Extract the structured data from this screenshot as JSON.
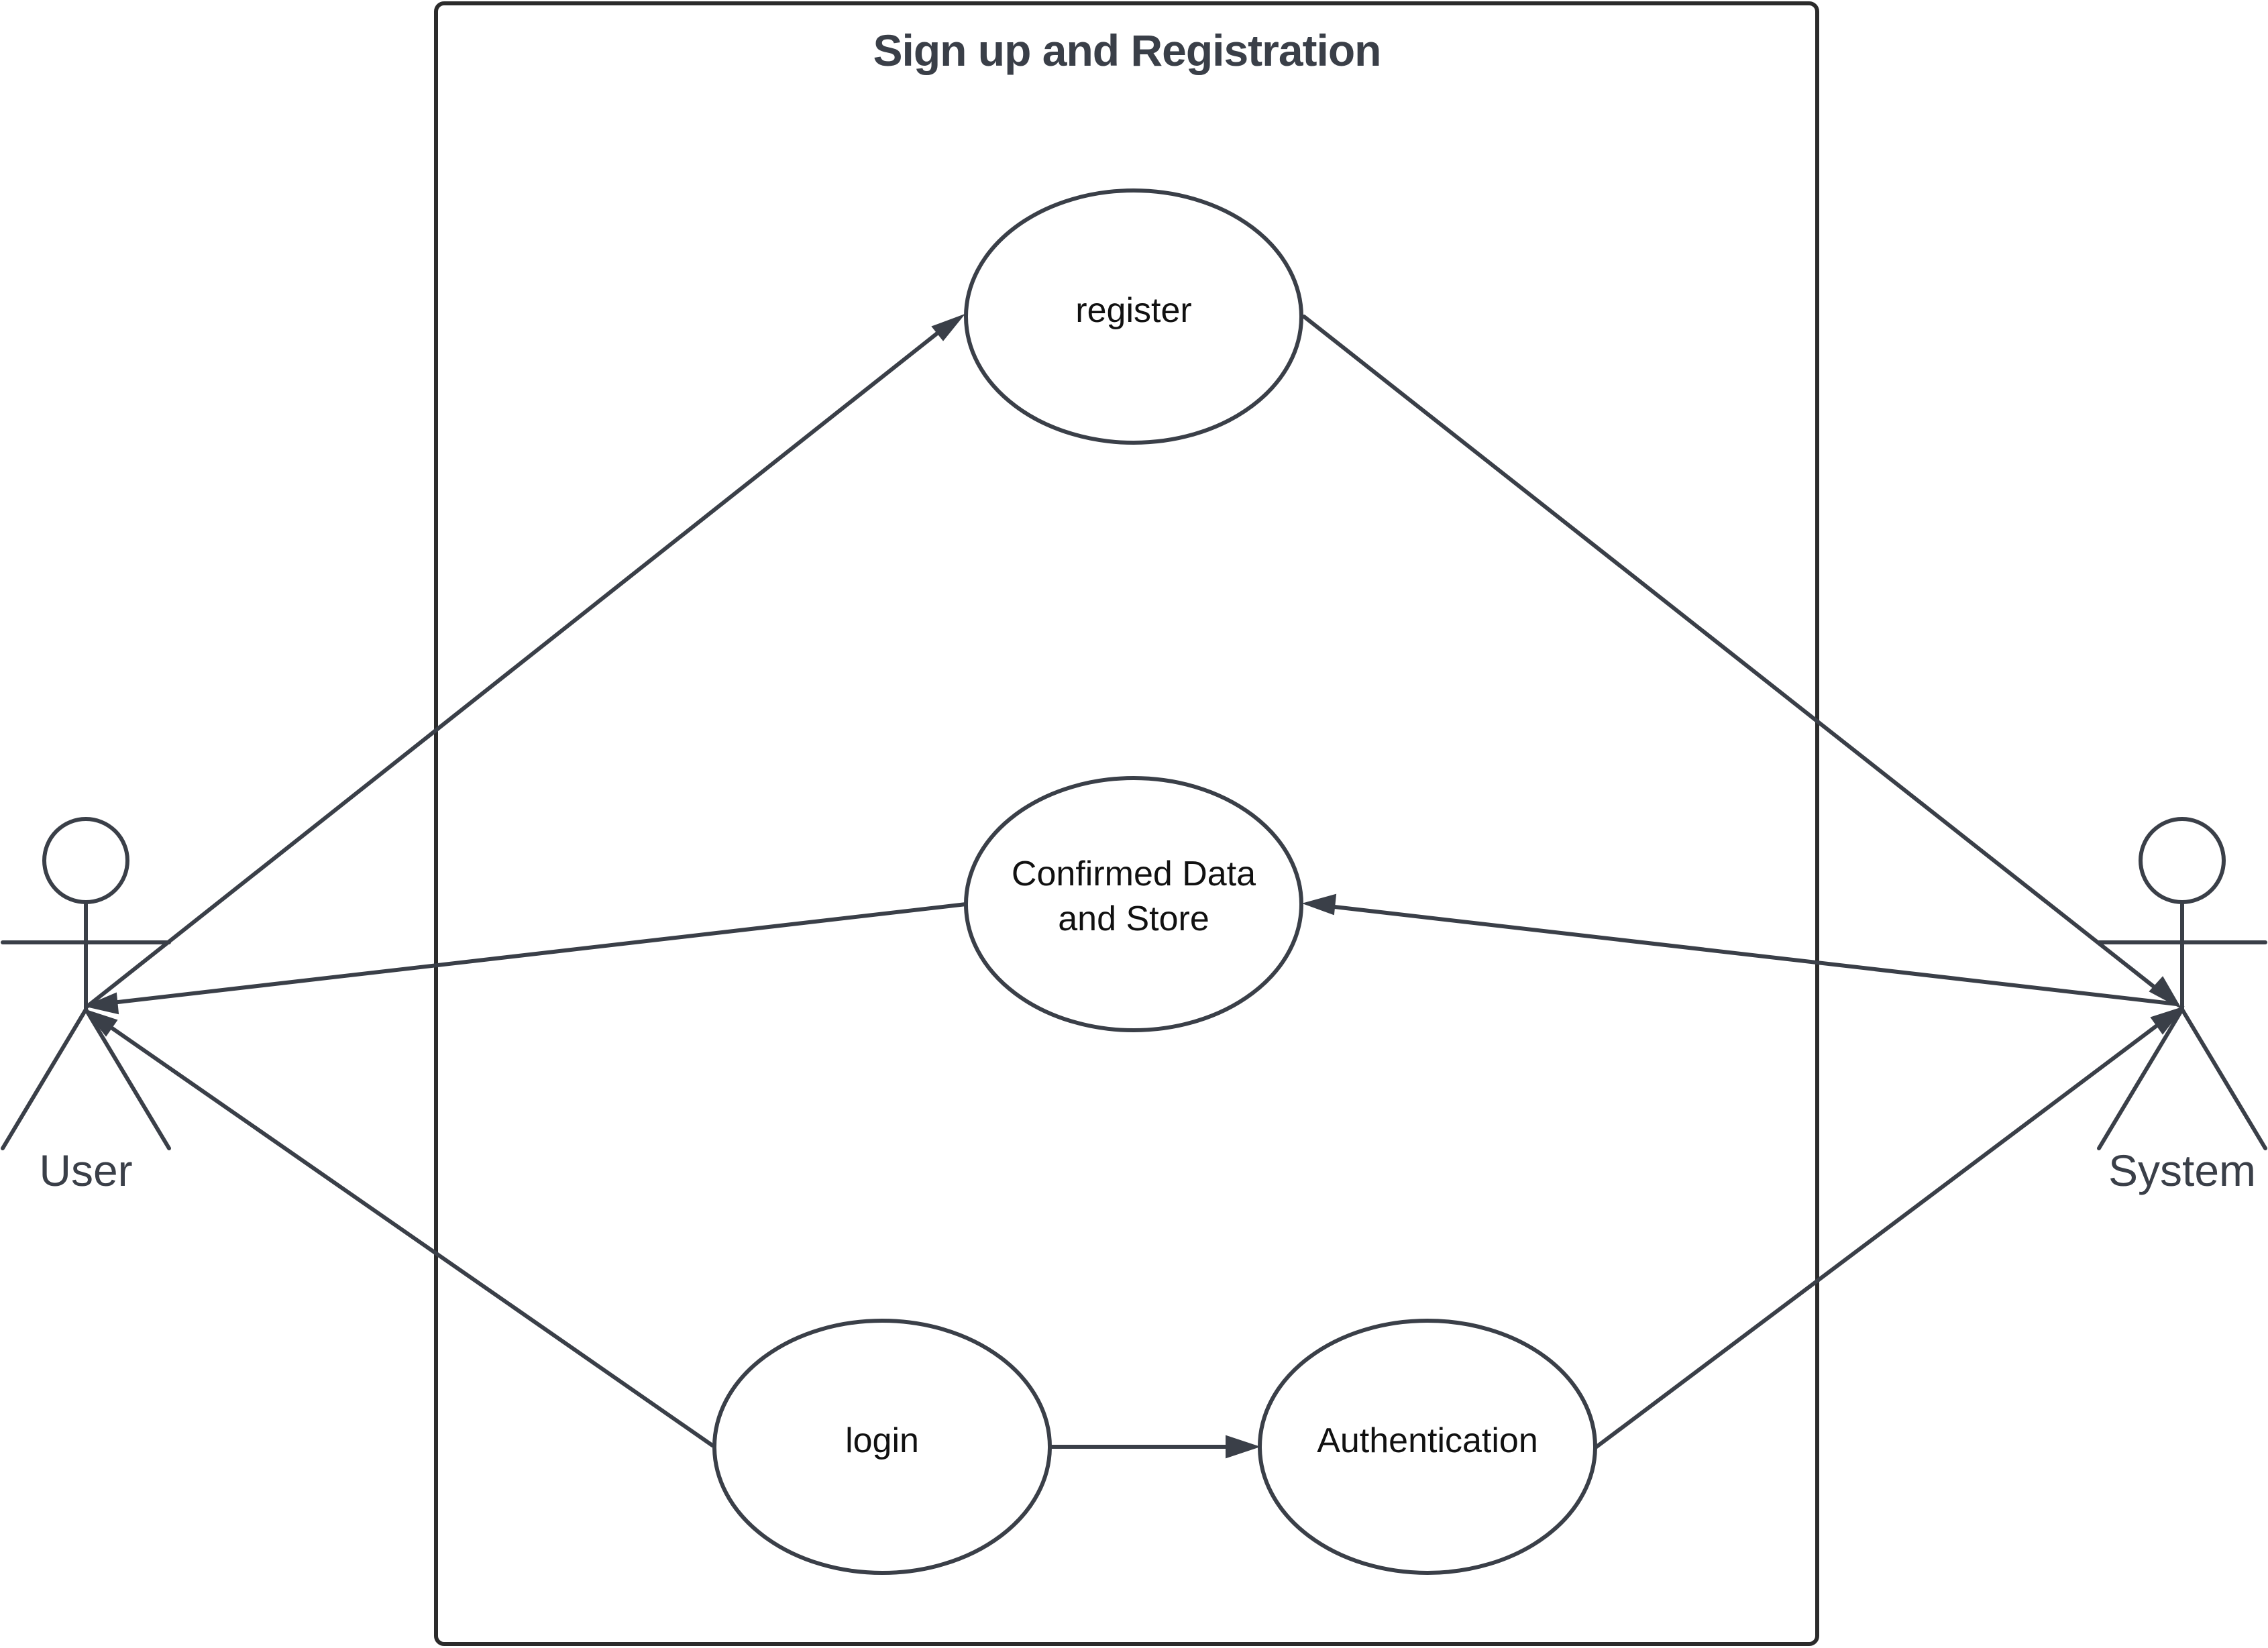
{
  "diagram": {
    "title": "Sign up and Registration",
    "actors": {
      "user": "User",
      "system": "System"
    },
    "use_cases": {
      "register": "register",
      "confirm_line1": "Confirmed Data",
      "confirm_line2": "and Store",
      "login": "login",
      "authentication": "Authentication"
    },
    "colors": {
      "stroke": "#3a3f48",
      "boundary": "#2b2b2b",
      "background": "#ffffff"
    }
  }
}
